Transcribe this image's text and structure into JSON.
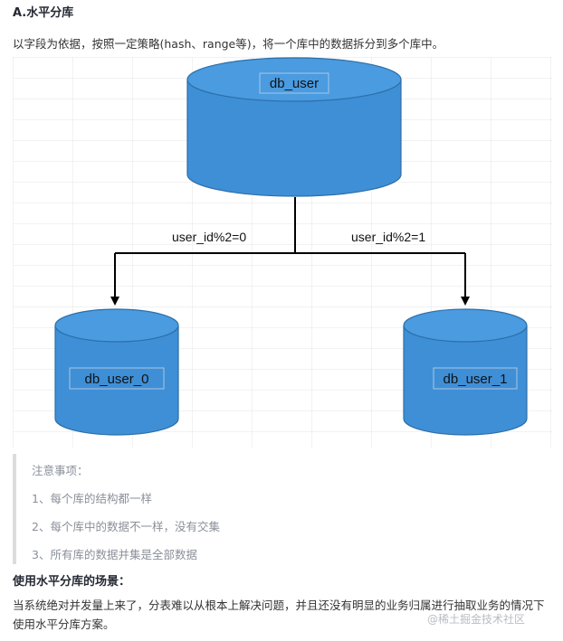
{
  "heading": "A.水平分库",
  "intro": "以字段为依据，按照一定策略(hash、range等)，将一个库中的数据拆分到多个库中。",
  "diagram": {
    "source_db": "db_user",
    "left_edge": "user_id%2=0",
    "right_edge": "user_id%2=1",
    "left_db": "db_user_0",
    "right_db": "db_user_1",
    "colors": {
      "cylinder_fill": "#3f8fd6",
      "cylinder_top": "#4a9be0",
      "cylinder_stroke": "#2c6ea8",
      "grid": "#e4e4e4",
      "arrow": "#000000"
    }
  },
  "notice": {
    "title": "注意事项：",
    "items": [
      "1、每个库的结构都一样",
      "2、每个库中的数据不一样，没有交集",
      "3、所有库的数据并集是全部数据"
    ]
  },
  "scenario": {
    "title": "使用水平分库的场景：",
    "body": "当系统绝对并发量上来了，分表难以从根本上解决问题，并且还没有明显的业务归属进行抽取业务的情况下使用水平分库方案。"
  },
  "watermark": "@稀土掘金技术社区"
}
